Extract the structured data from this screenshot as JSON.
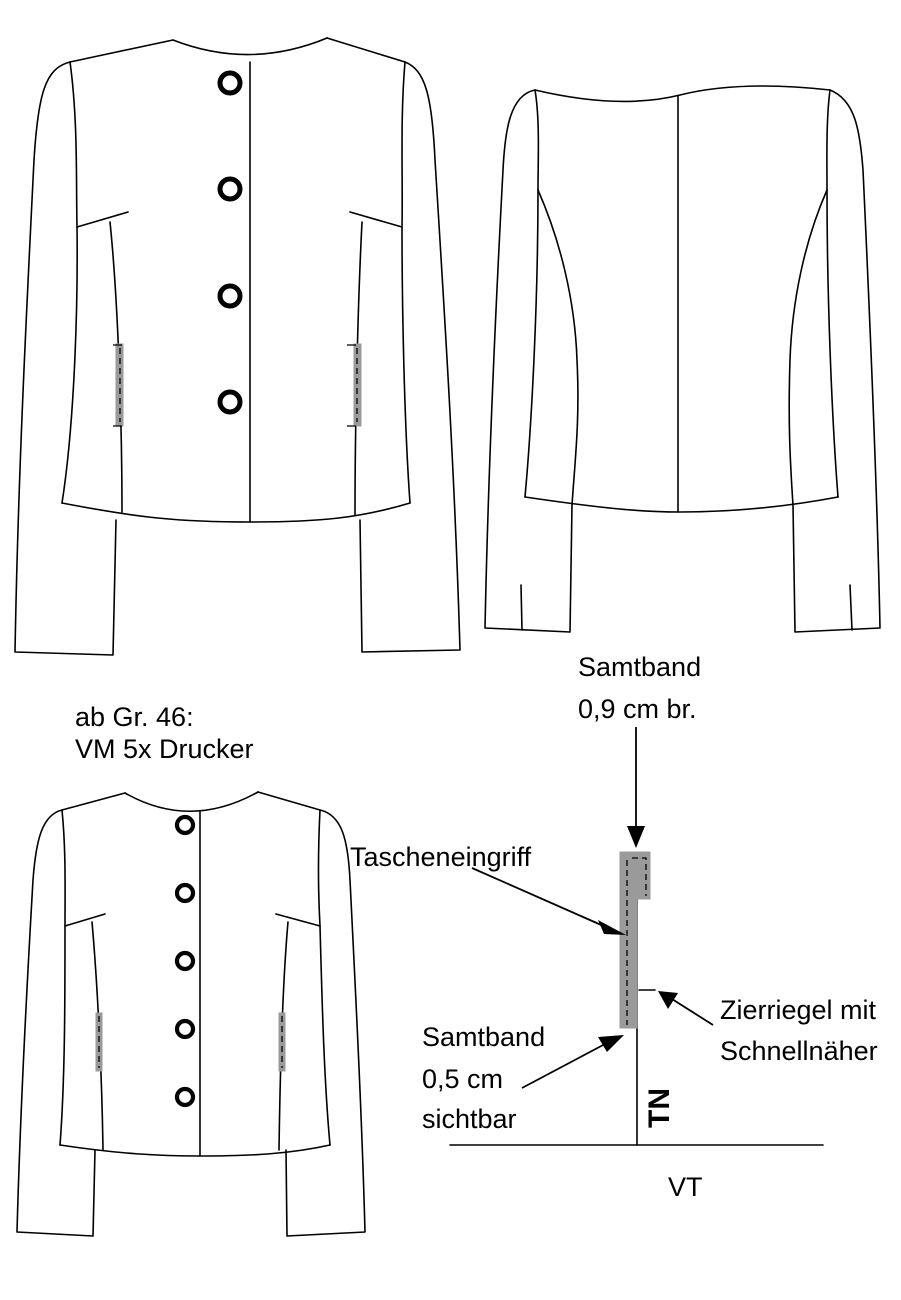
{
  "note_size": {
    "line1": "ab Gr. 46:",
    "line2": "VM 5x  Drucker"
  },
  "detail": {
    "samtband_top": {
      "line1": "Samtband",
      "line2": "0,9 cm br."
    },
    "tascheneingriff": "Tascheneingriff",
    "zierriegel": {
      "line1": "Zierriegel mit",
      "line2": "Schnellnäher"
    },
    "samtband_bottom": {
      "line1": "Samtband",
      "line2": "0,5 cm",
      "line3": "sichtbar"
    },
    "tn_label": "TN",
    "vt_label": "VT"
  },
  "colors": {
    "line": "#000000",
    "tape": "#9a9a9a",
    "background": "#ffffff"
  }
}
